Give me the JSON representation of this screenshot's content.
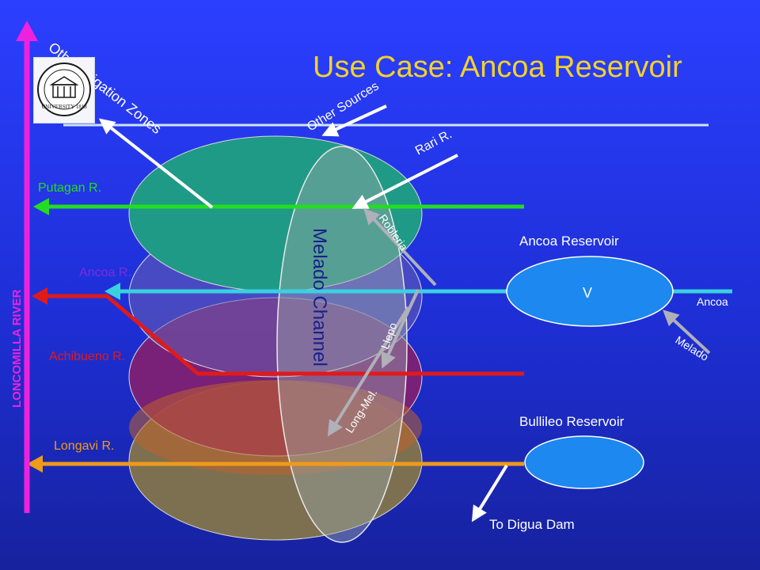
{
  "title": "Use Case: Ancoa Reservoir",
  "logo": {
    "text": "UNIVERSITY 1818",
    "name": "university-seal"
  },
  "river_main": "LONCOMILLA RIVER",
  "rivers": {
    "putagan": "Putagan R.",
    "ancoa": "Ancoa R.",
    "achibueno": "Achibueno R.",
    "longavi": "Longavi R."
  },
  "channel": "Melado Channel",
  "flows": {
    "other_irrigation": "Other Irrigation Zones",
    "other_sources": "Other Sources",
    "rari": "Rari R.",
    "robleria": "Robleria",
    "llepo": "Llepo",
    "long_mel": "Long-Mel.",
    "melado": "Melado",
    "ancoa_small": "Ancoa",
    "to_digua": "To Digua Dam"
  },
  "reservoirs": {
    "ancoa": {
      "label": "Ancoa Reservoir",
      "symbol": "V"
    },
    "bullileo": {
      "label": "Bullileo Reservoir"
    }
  },
  "colors": {
    "title": "#f2d22a",
    "putagan": "#22dd22",
    "ancoa": "#3ad0e0",
    "achibueno": "#e01a1a",
    "longavi": "#f09a1a",
    "loncomilla": "#ee22dd",
    "zone_teal": "#1f9a86",
    "zone_purple": "#8a1f6a",
    "zone_olive": "#7d7050",
    "zone_orange": "#c0622c",
    "reservoir": "#1c88f0"
  }
}
